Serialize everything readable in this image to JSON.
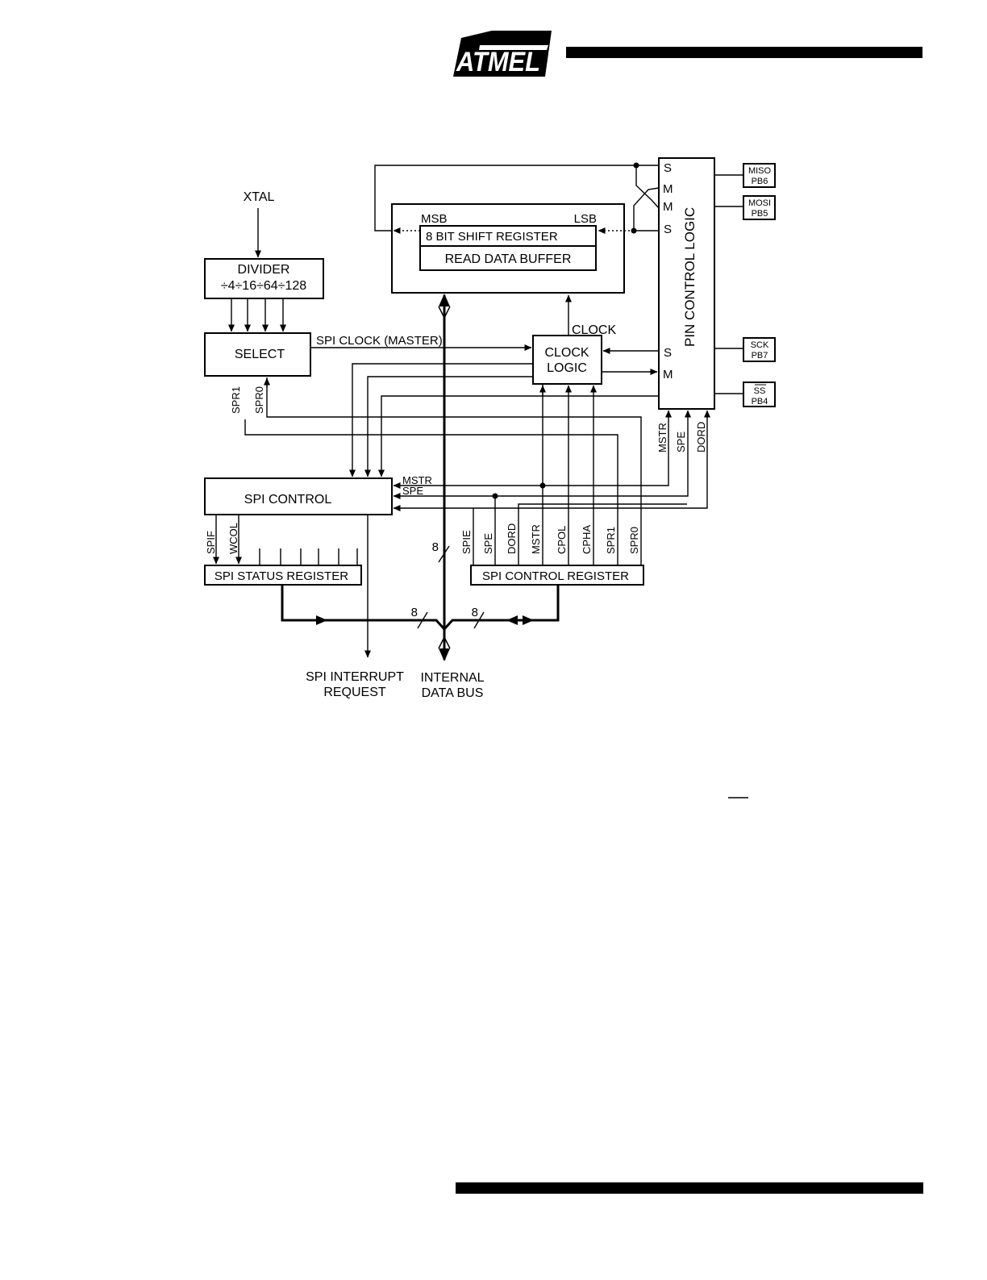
{
  "header": {
    "logo_text": "ATMEL"
  },
  "diagram": {
    "xtal": "XTAL",
    "divider": {
      "line1": "DIVIDER",
      "line2": "÷4÷16÷64÷128"
    },
    "select": "SELECT",
    "spi_clock_master": "SPI CLOCK (MASTER)",
    "spr1": "SPR1",
    "spr0": "SPR0",
    "msb": "MSB",
    "lsb": "LSB",
    "shift_register": "8 BIT SHIFT REGISTER",
    "read_data_buffer": "READ DATA BUFFER",
    "clock": "CLOCK",
    "clock_logic": {
      "line1": "CLOCK",
      "line2": "LOGIC"
    },
    "pin_control_logic": "PIN CONTROL LOGIC",
    "pin_ports": {
      "s": "S",
      "m": "M"
    },
    "pins": [
      {
        "top": "MISO",
        "bottom": "PB6"
      },
      {
        "top": "MOSI",
        "bottom": "PB5"
      },
      {
        "top": "SCK",
        "bottom": "PB7"
      },
      {
        "top": "SS",
        "bottom": "PB4"
      }
    ],
    "pin_signals": [
      "MSTR",
      "SPE",
      "DORD"
    ],
    "spi_control": "SPI CONTROL",
    "control_inputs": [
      "MSTR",
      "SPE"
    ],
    "status_bits": [
      "SPIF",
      "WCOL"
    ],
    "spi_status_register": "SPI STATUS REGISTER",
    "control_bits": [
      "SPIE",
      "SPE",
      "DORD",
      "MSTR",
      "CPOL",
      "CPHA",
      "SPR1",
      "SPR0"
    ],
    "spi_control_register": "SPI CONTROL REGISTER",
    "bus_width": "8",
    "spi_interrupt_request": {
      "line1": "SPI INTERRUPT",
      "line2": "REQUEST"
    },
    "internal_data_bus": {
      "line1": "INTERNAL",
      "line2": "DATA BUS"
    }
  }
}
